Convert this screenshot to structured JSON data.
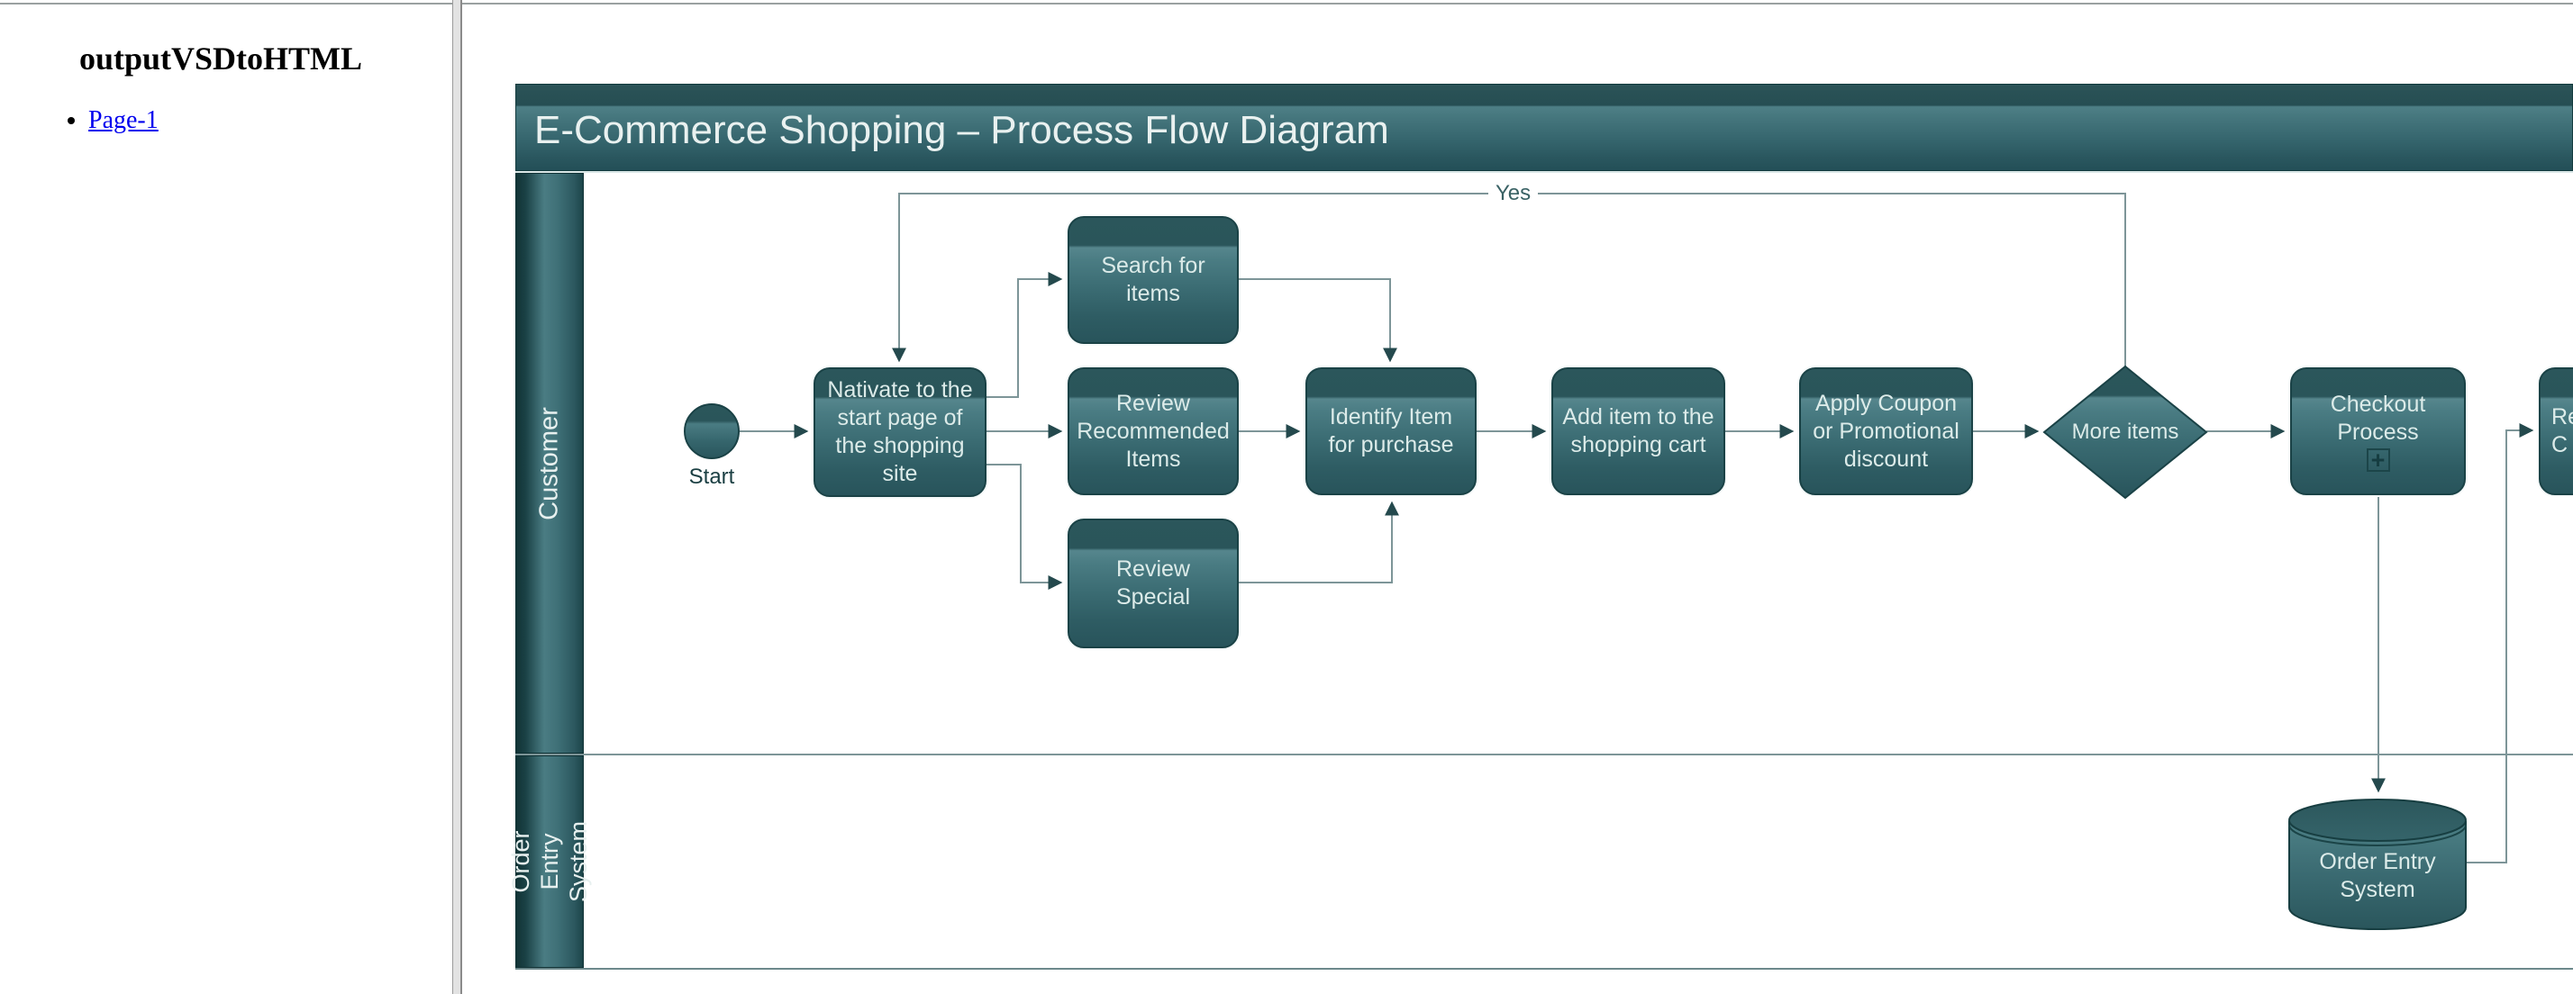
{
  "sidebar": {
    "title": "outputVSDtoHTML",
    "links": [
      {
        "label": "Page-1"
      }
    ]
  },
  "diagram": {
    "title": "E-Commerce Shopping – Process Flow Diagram",
    "lanes": [
      {
        "label": "Customer"
      },
      {
        "label": "Order Entry\nSystem"
      }
    ],
    "nodes": {
      "start": {
        "label": "Start",
        "shape": "circle"
      },
      "navigate": {
        "label": "Nativate to the\nstart page of\nthe shopping\nsite",
        "shape": "rounded-rect"
      },
      "search": {
        "label": "Search for\nitems",
        "shape": "rounded-rect"
      },
      "review_recommended": {
        "label": "Review\nRecommended\nItems",
        "shape": "rounded-rect"
      },
      "review_special": {
        "label": "Review\nSpecial",
        "shape": "rounded-rect"
      },
      "identify": {
        "label": "Identify Item\nfor purchase",
        "shape": "rounded-rect"
      },
      "add_item": {
        "label": "Add item to the\nshopping cart",
        "shape": "rounded-rect"
      },
      "apply_coupon": {
        "label": "Apply Coupon\nor Promotional\ndiscount",
        "shape": "rounded-rect"
      },
      "more_items": {
        "label": "More items",
        "shape": "decision-diamond"
      },
      "checkout": {
        "label": "Checkout\nProcess",
        "shape": "rounded-rect-subprocess",
        "subprocess_icon": "+"
      },
      "order_entry_db": {
        "label": "Order Entry\nSystem",
        "shape": "cylinder"
      },
      "receive_partial": {
        "line1": "Re",
        "line2": "C",
        "shape": "rounded-rect-clipped"
      }
    },
    "edge_labels": {
      "yes": "Yes"
    },
    "edges": [
      "start -> navigate",
      "navigate -> search",
      "navigate -> review_recommended",
      "navigate -> review_special",
      "search -> identify",
      "review_recommended -> identify",
      "review_special -> identify",
      "identify -> add_item",
      "add_item -> apply_coupon",
      "apply_coupon -> more_items",
      "more_items -> checkout",
      "more_items -(Yes)-> navigate",
      "checkout -> order_entry_db",
      "order_entry_db -> receive_partial"
    ],
    "colors": {
      "shape_header": "#2b565b",
      "shape_body_light": "#4d8086",
      "shape_body_dark": "#2a565c",
      "shape_border": "#1a4246",
      "shape_text": "#dcebe9",
      "title_bar_dark": "#264e53",
      "title_bar_light": "#4e7f86",
      "connector": "#7d9598",
      "arrowhead": "#24494d",
      "link_blue": "#0000EE"
    }
  }
}
